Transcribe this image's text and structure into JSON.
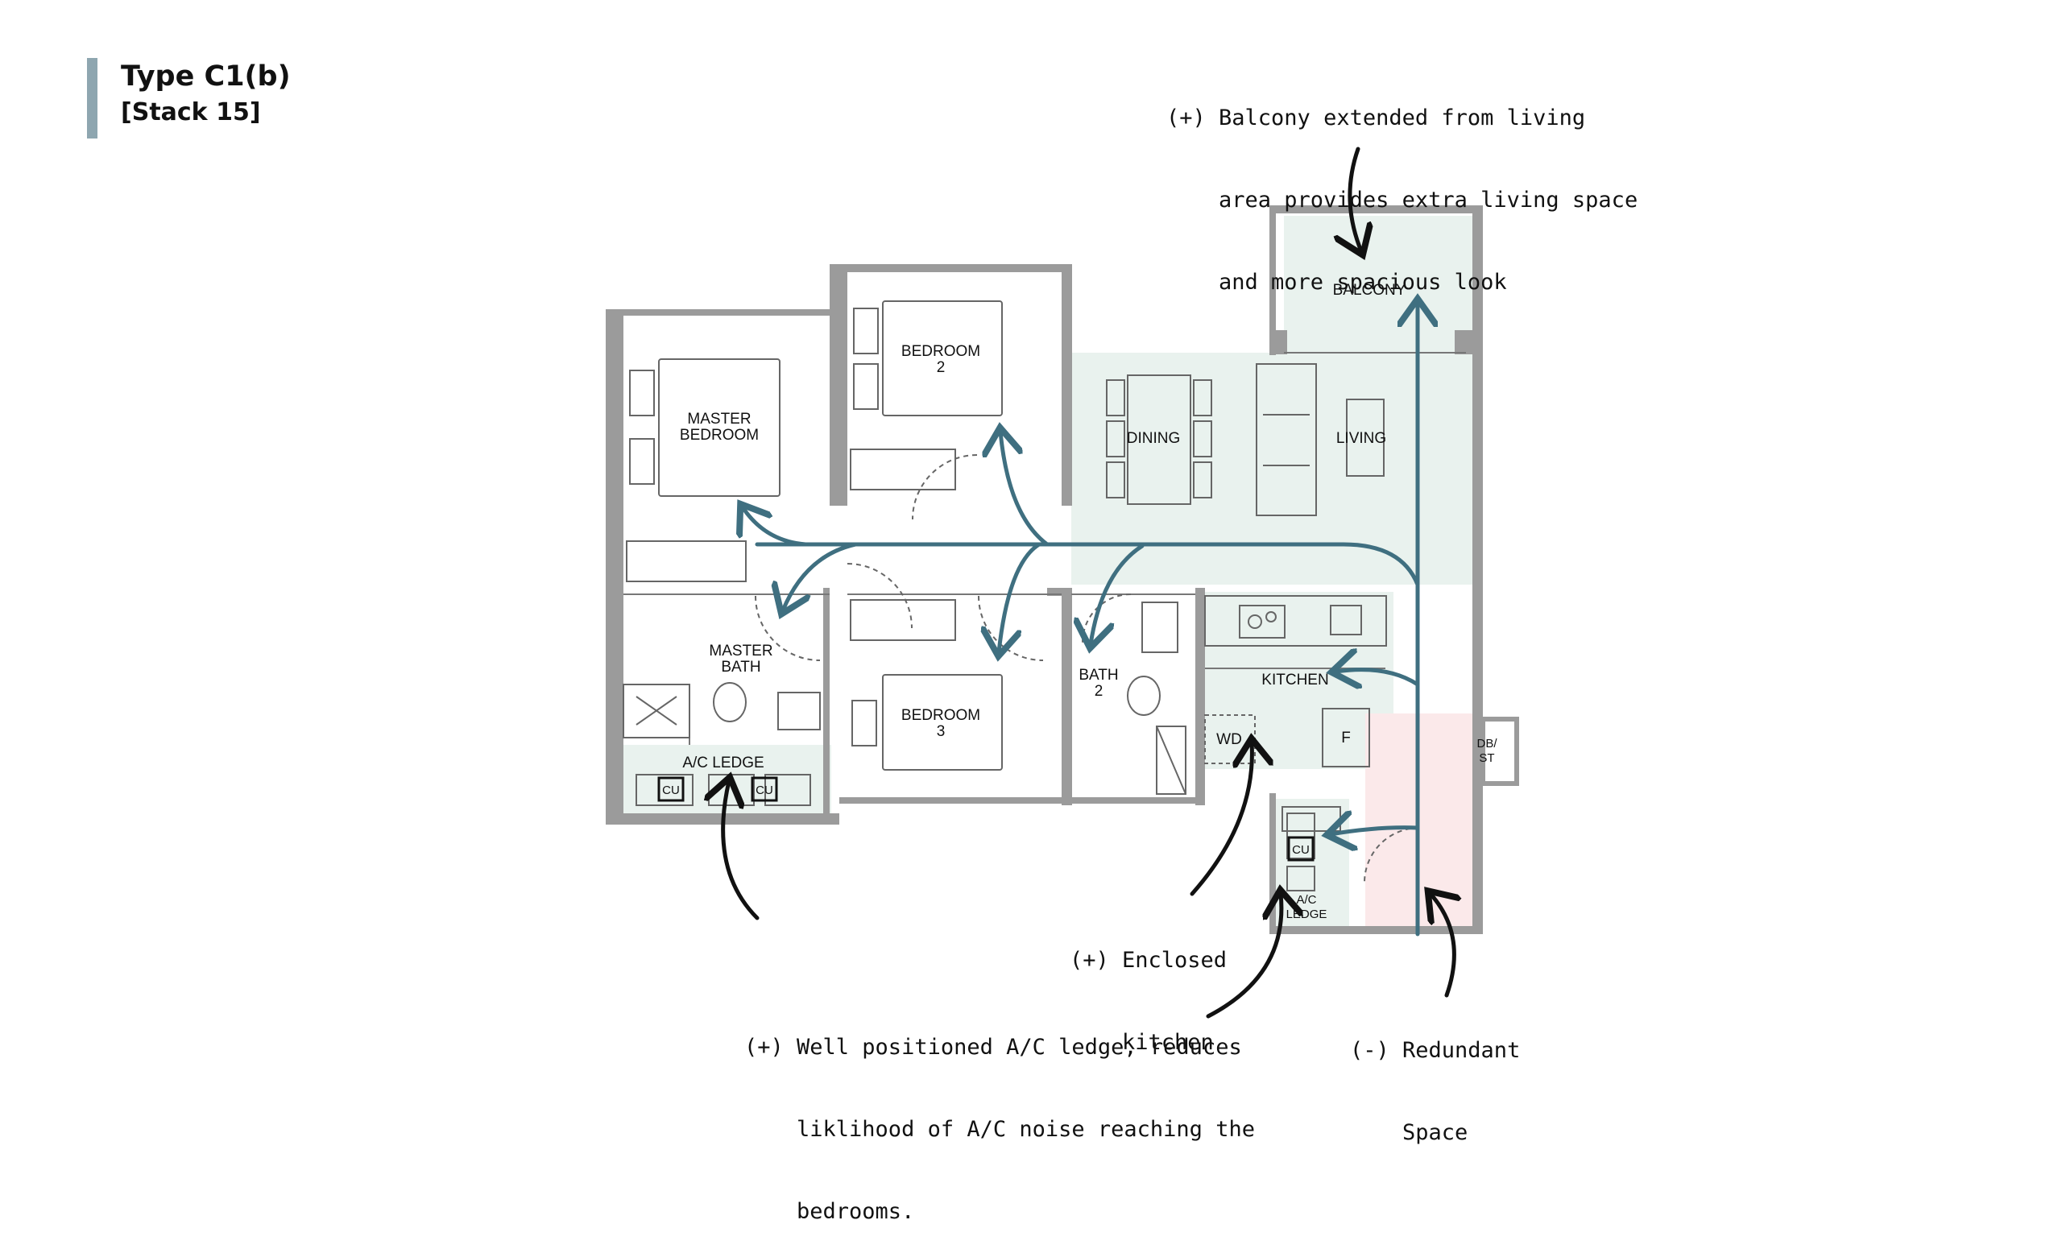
{
  "header": {
    "title": "Type C1(b)",
    "subtitle": "[Stack 15]"
  },
  "rooms": {
    "balcony": "BALCONY",
    "bedroom2": [
      "BEDROOM",
      "2"
    ],
    "master_bedroom": [
      "MASTER",
      "BEDROOM"
    ],
    "dining": "DINING",
    "living": "LIVING",
    "master_bath": [
      "MASTER",
      "BATH"
    ],
    "bedroom3": [
      "BEDROOM",
      "3"
    ],
    "bath2": [
      "BATH",
      "2"
    ],
    "kitchen": "KITCHEN",
    "wd": "WD",
    "fridge": "F",
    "dbst": [
      "DB/",
      "ST"
    ],
    "ac_ledge_left": "A/C LEDGE",
    "ac_ledge_right": [
      "A/C",
      "LEDGE"
    ],
    "cu": "CU"
  },
  "notes": {
    "balcony": [
      "(+) Balcony extended from living",
      "    area provides extra living space",
      "    and more spacious look"
    ],
    "kitchen": [
      "(+) Enclosed",
      "    kitchen"
    ],
    "ac_ledge": [
      "(+) Well positioned A/C ledge, reduces",
      "    liklihood of A/C noise reaching the",
      "    bedrooms."
    ],
    "redundant": [
      "(-) Redundant",
      "    Space"
    ]
  },
  "colors": {
    "zone_green": "#e9f2ee",
    "zone_pink": "#fbe9ea",
    "wall": "#9b9b9b",
    "arrow": "#3f6f80",
    "accent_bar": "#8ea6b0"
  }
}
